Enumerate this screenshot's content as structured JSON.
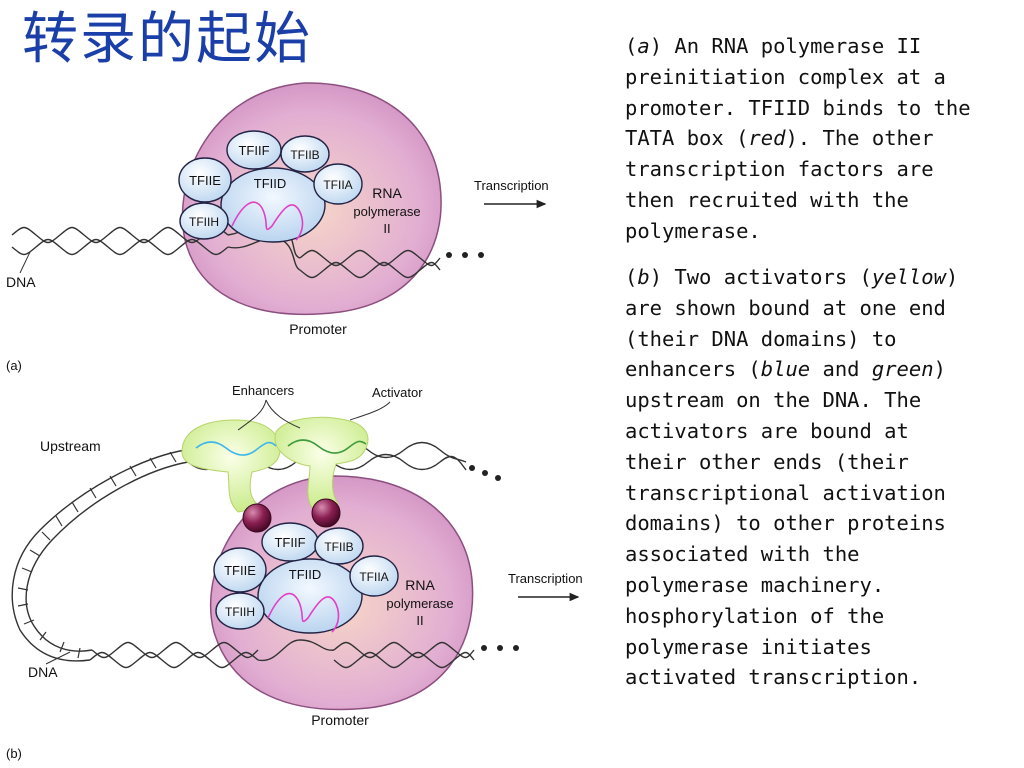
{
  "slide": {
    "title": "转录的起始"
  },
  "panel_a": {
    "tag": "(a)",
    "factors": {
      "f": "TFIIF",
      "b": "TFIIB",
      "e": "TFIIE",
      "d": "TFIID",
      "a": "TFIIA",
      "h": "TFIIH"
    },
    "rna_line1": "RNA",
    "rna_line2": "polymerase",
    "rna_line3": "II",
    "transcription": "Transcription",
    "dna": "DNA",
    "promoter": "Promoter"
  },
  "panel_b": {
    "tag": "(b)",
    "factors": {
      "f": "TFIIF",
      "b": "TFIIB",
      "e": "TFIIE",
      "d": "TFIID",
      "a": "TFIIA",
      "h": "TFIIH"
    },
    "rna_line1": "RNA",
    "rna_line2": "polymerase",
    "rna_line3": "II",
    "transcription": "Transcription",
    "dna": "DNA",
    "promoter": "Promoter",
    "enhancers": "Enhancers",
    "activator": "Activator",
    "upstream": "Upstream"
  },
  "description_a": {
    "p1": "(",
    "p2": "a",
    "p3": ") An RNA polymerase II\npreinitiation  complex at a\npromoter. TFIID binds  to the\nTATA box (",
    "p4": "red",
    "p5": "). The other\ntranscription  factors are\nthen recruited with the\npolymerase."
  },
  "description_b": {
    "p1": "(",
    "p2": "b",
    "p3": ") Two  activators (",
    "p4": "yellow",
    "p5": ")\nare  shown bound at one end\n(their DNA  domains) to\nenhancers (",
    "p6": "blue",
    "p7": " and ",
    "p8": "green",
    "p9": ")\nupstream on the DNA. The\nactivators are  bound at\ntheir other ends (their\ntranscriptional activation\ndomains) to other  proteins\nassociated with the\npolymerase  machinery.\nhosphorylation of the\npolymerase initiates\nactivated transcription."
  },
  "colors": {
    "title": "#1a3fa8",
    "polymerase_fill": "#d9a3cc",
    "factor_fill": "#cfe3f7",
    "tata_box": "#e040c8",
    "activator_fill": "#d8f0a0",
    "activation_domain": "#7a1a45"
  }
}
